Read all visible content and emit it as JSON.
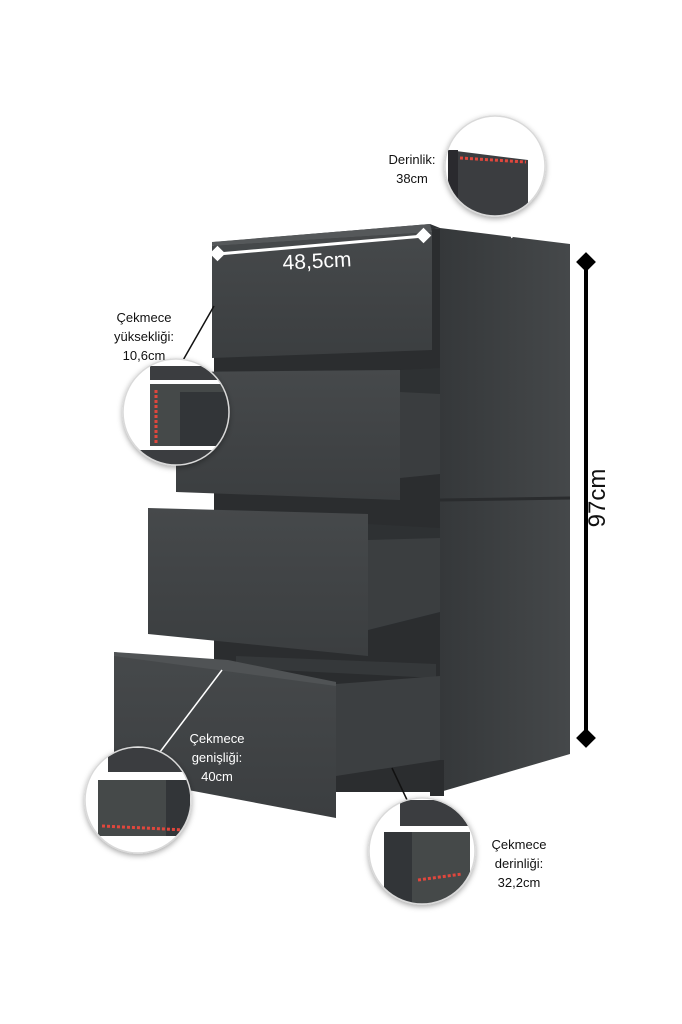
{
  "dimensions": {
    "top_width": "48,5cm",
    "height": "97cm",
    "depth": {
      "line1": "Derinlik:",
      "line2": "38cm"
    },
    "drawer_height": {
      "line1": "Çekmece",
      "line2": "yüksekliği:",
      "line3": "10,6cm"
    },
    "drawer_width": {
      "line1": "Çekmece",
      "line2": "genişliği:",
      "line3": "40cm"
    },
    "drawer_depth": {
      "line1": "Çekmece",
      "line2": "derinliği:",
      "line3": "32,2cm"
    }
  },
  "colors": {
    "cabinet": "#3f4244",
    "cabinet_dark": "#2b2d2f",
    "cabinet_side": "#36393b",
    "accent_measure": "#e0463c"
  }
}
